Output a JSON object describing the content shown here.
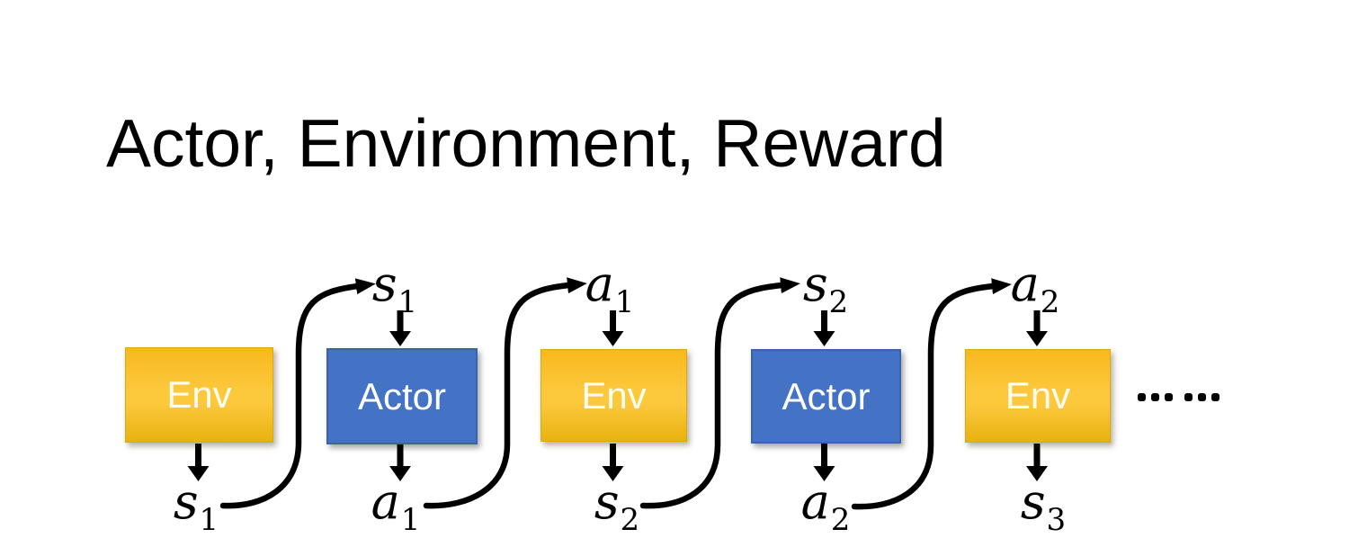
{
  "title": "Actor, Environment, Reward",
  "diagram": {
    "boxes": [
      {
        "id": "env-1",
        "label": "Env"
      },
      {
        "id": "actor-1",
        "label": "Actor"
      },
      {
        "id": "env-2",
        "label": "Env"
      },
      {
        "id": "actor-2",
        "label": "Actor"
      },
      {
        "id": "env-3",
        "label": "Env"
      }
    ],
    "top_labels": [
      {
        "var": "s",
        "sub": "1"
      },
      {
        "var": "a",
        "sub": "1"
      },
      {
        "var": "s",
        "sub": "2"
      },
      {
        "var": "a",
        "sub": "2"
      }
    ],
    "bottom_labels": [
      {
        "var": "s",
        "sub": "1"
      },
      {
        "var": "a",
        "sub": "1"
      },
      {
        "var": "s",
        "sub": "2"
      },
      {
        "var": "a",
        "sub": "2"
      },
      {
        "var": "s",
        "sub": "3"
      }
    ],
    "ellipsis_dots": 6,
    "colors": {
      "title_text": "#000000",
      "env_gradient_top": "#F8B81D",
      "env_gradient_mid": "#FCC83C",
      "env_gradient_bottom": "#E8B20E",
      "actor_fill": "#4472C4",
      "actor_border": "#3A62AE",
      "box_text": "#FFFFFF",
      "arrow": "#000000"
    }
  }
}
